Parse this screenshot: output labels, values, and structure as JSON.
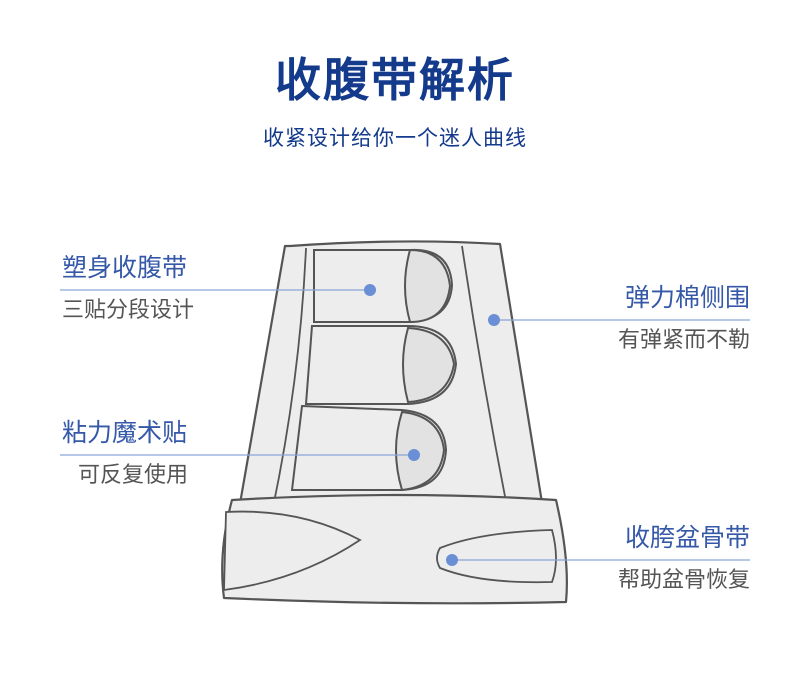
{
  "header": {
    "title": "收腹带解析",
    "subtitle": "收紧设计给你一个迷人曲线"
  },
  "callouts": [
    {
      "name": "塑身收腹带",
      "desc": "三贴分段设计"
    },
    {
      "name": "粘力魔术贴",
      "desc": "可反复使用"
    },
    {
      "name": "弹力棉侧围",
      "desc": "有弹紧而不勒"
    },
    {
      "name": "收胯盆骨带",
      "desc": "帮助盆骨恢复"
    }
  ],
  "colors": {
    "title": "#143a8c",
    "callout_name": "#3558a8",
    "callout_desc": "#555555",
    "leader_line": "#8aa6d6",
    "marker_dot": "#6b8fd6",
    "garment_fill": "#ededed",
    "garment_stroke": "#555555",
    "panel_fill": "#e2e2e2"
  }
}
